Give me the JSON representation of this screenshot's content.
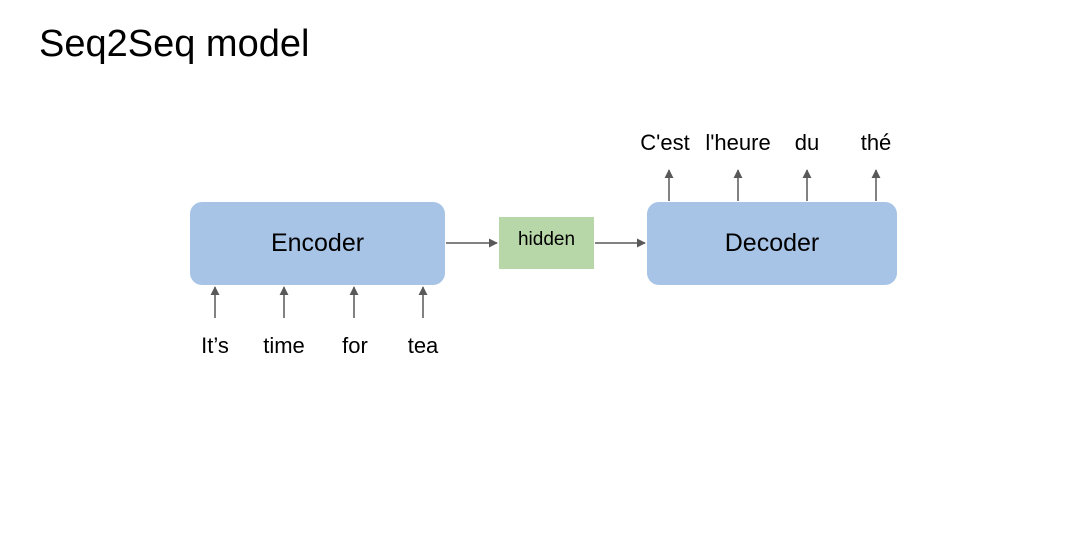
{
  "title": "Seq2Seq model",
  "colors": {
    "block_fill": "#a7c4e7",
    "hidden_fill": "#b7d7a8",
    "arrow": "#595959"
  },
  "encoder": {
    "label": "Encoder"
  },
  "hidden": {
    "label": "hidden"
  },
  "decoder": {
    "label": "Decoder"
  },
  "input_tokens": [
    "It’s",
    "time",
    "for",
    "tea"
  ],
  "output_tokens": [
    "C'est",
    "l'heure",
    "du",
    "thé"
  ]
}
